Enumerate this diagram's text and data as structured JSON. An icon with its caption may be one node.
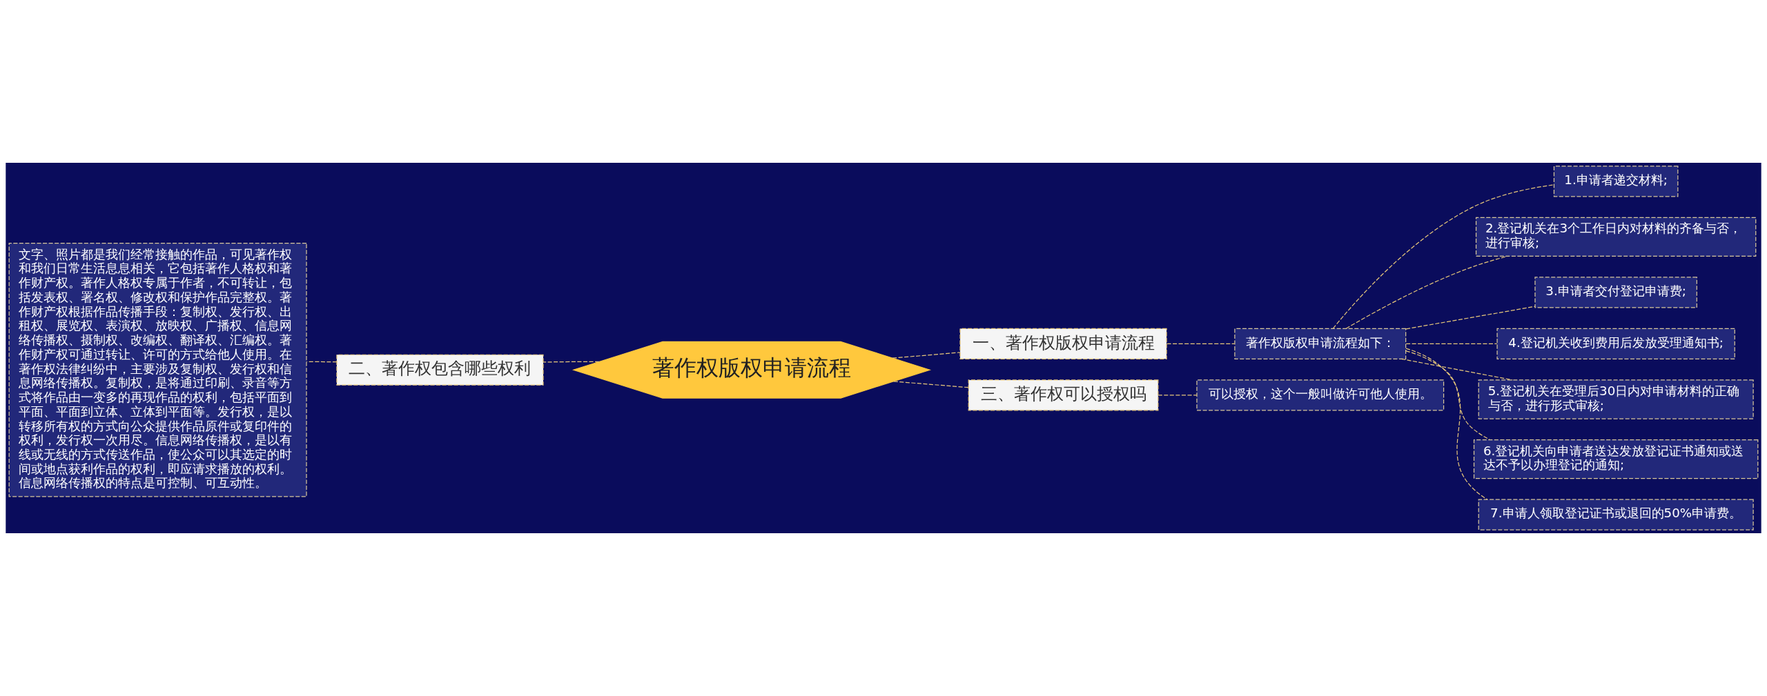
{
  "diagram": {
    "nodes": [
      {
        "text": [
          "著作权版权申请流程"
        ]
      },
      {
        "text": [
          "一、著作权版权申请流程"
        ]
      },
      {
        "text": [
          "著作权版权申请流程如下："
        ]
      },
      {
        "text": [
          "1.申请者递交材料;"
        ]
      },
      {
        "text": [
          "2.登记机关在3个工作日内对材料的齐备与否，进行审核;"
        ]
      },
      {
        "text": [
          "3.申请者交付登记申请费;"
        ]
      },
      {
        "text": [
          "4.登记机关收到费用后发放受理通知书;"
        ]
      },
      {
        "text": [
          "5.登记机关在受理后30日内对申请材料的正确与否，进行形式审核;"
        ]
      },
      {
        "text": [
          "6.登记机关向申请者送达发放登记证书通知或送达不予以办理登记的通知;"
        ]
      },
      {
        "text": [
          "7.申请人领取登记证书或退回的50%申请费。"
        ]
      },
      {
        "text": [
          "三、著作权可以授权吗"
        ]
      },
      {
        "text": [
          "可以授权，这个一般叫做许可他人使用。"
        ]
      },
      {
        "text": [
          "二、著作权包含哪些权利"
        ]
      },
      {
        "text": [
          "文字、照片都是我们经常接触的作品，可见著作权和我们日常生活息息相关，它包括著作人格权和著作财产权。著作人格权专属于作者，不可转让，包括发表权、署名权、修改权和保护作品完整权。著作财产权根据作品传播手段：复制权、发行权、出租权、展览权、表演权、放映权、广播权、信息网络传播权、摄制权、改编权、翻译权、汇编权。著作财产权可通过转让、许可的方式给他人使用。在著作权法律纠纷中，主要涉及复制权、发行权和信息网络传播权。复制权，是将通过印刷、录音等方式将作品由一变多的再现作品的权利，包括平面到平面、平面到立体、立体到平面等。发行权，是以转移所有权的方式向公众提供作品原件或复印件的权利，发行权一次用尽。信息网络传播权，是以有线或无线的方式传送作品，使公众可以其选定的时间或地点获利作品的权利，即应请求播放的权利。信息网络传播权的特点是可控制、可互动性。"
        ]
      }
    ],
    "edges": [
      {
        "from": 0,
        "to": 1,
        "arrow": "none",
        "style": "dashed"
      },
      {
        "from": 1,
        "to": 2,
        "arrow": "none",
        "style": "dashed"
      },
      {
        "from": 2,
        "to": 3,
        "arrow": "none",
        "style": "dashed"
      },
      {
        "from": 2,
        "to": 4,
        "arrow": "none",
        "style": "dashed"
      },
      {
        "from": 2,
        "to": 5,
        "arrow": "none",
        "style": "dashed"
      },
      {
        "from": 2,
        "to": 6,
        "arrow": "none",
        "style": "dashed"
      },
      {
        "from": 2,
        "to": 7,
        "arrow": "none",
        "style": "dashed"
      },
      {
        "from": 2,
        "to": 8,
        "arrow": "none",
        "style": "dashed"
      },
      {
        "from": 2,
        "to": 9,
        "arrow": "none",
        "style": "dashed"
      },
      {
        "from": 0,
        "to": 10,
        "arrow": "none",
        "style": "dashed"
      },
      {
        "from": 10,
        "to": 11,
        "arrow": "none",
        "style": "dashed"
      },
      {
        "from": 0,
        "to": 12,
        "arrow": "none",
        "style": "dashed"
      },
      {
        "from": 12,
        "to": 13,
        "arrow": "none",
        "style": "dashed"
      }
    ]
  }
}
